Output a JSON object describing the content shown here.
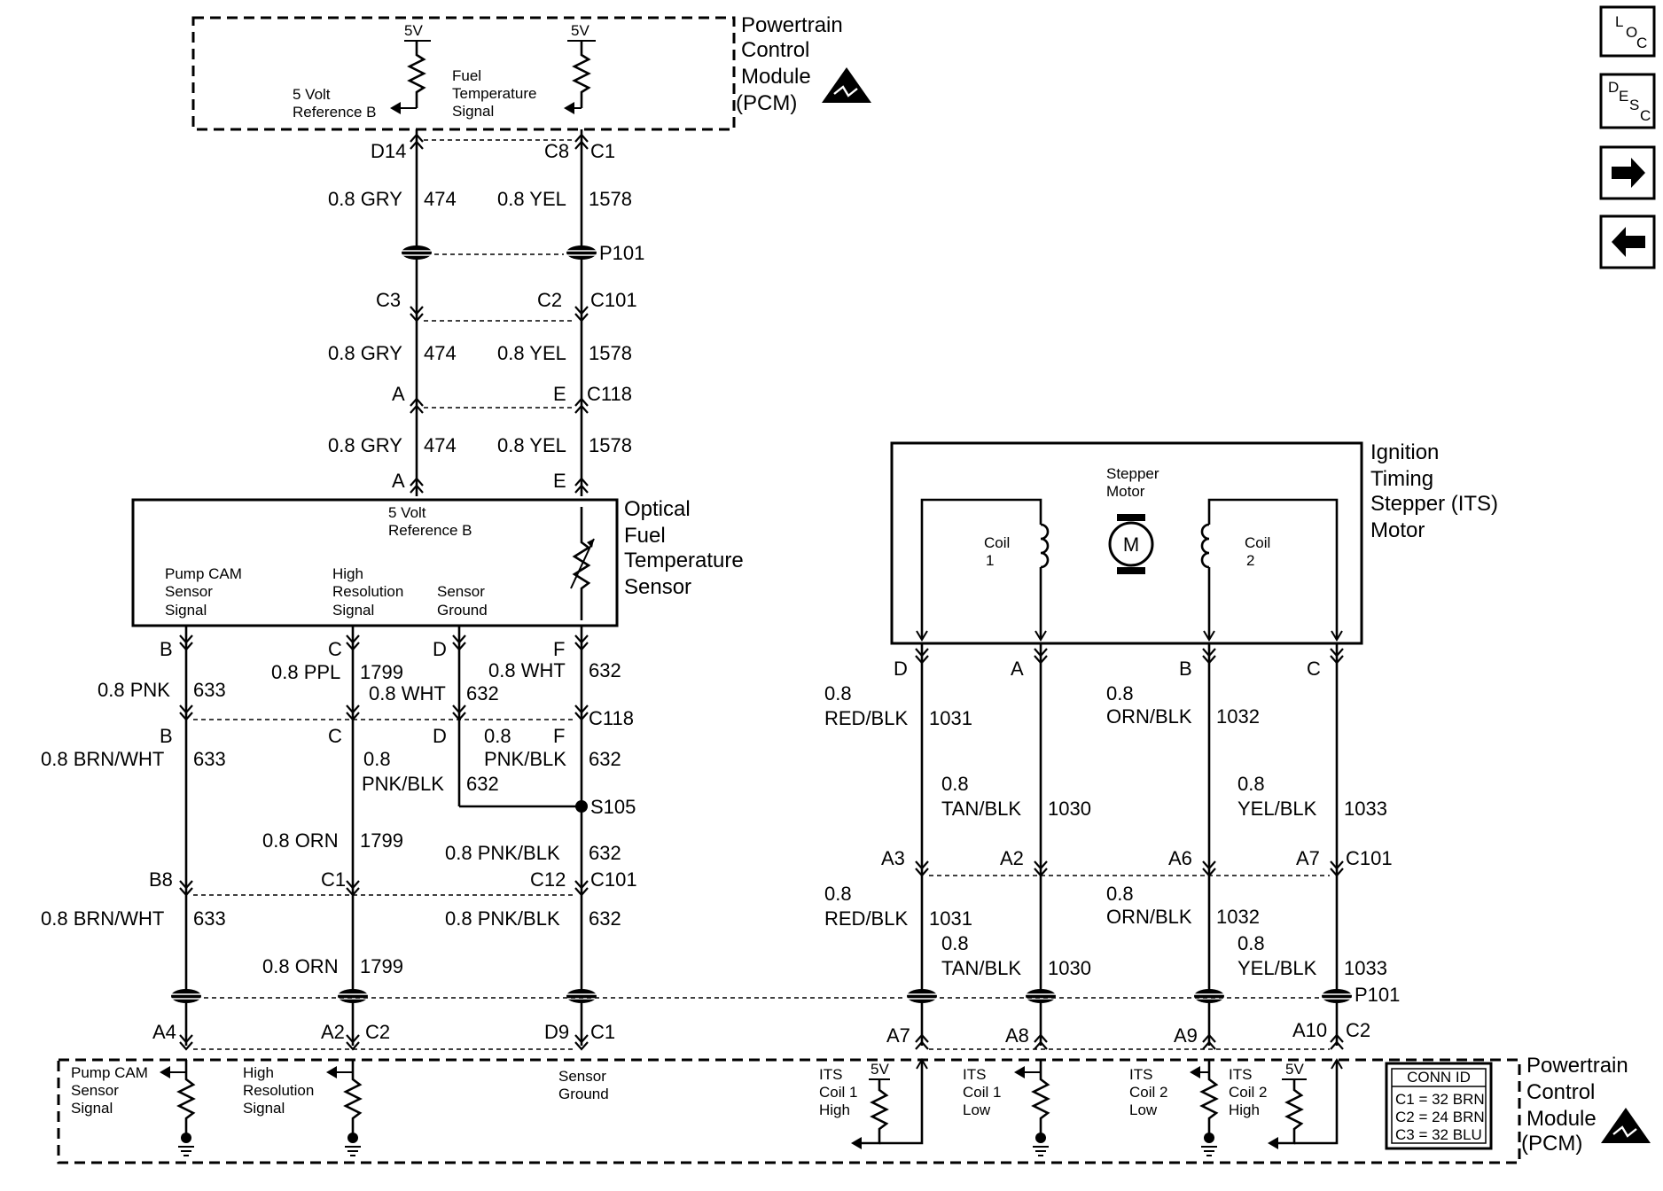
{
  "nav": {
    "loc": "L O C",
    "desc": "D E S C"
  },
  "pcm_top": {
    "title": [
      "Powertrain",
      "Control",
      "Module",
      "(PCM)"
    ],
    "v5a": "5V",
    "v5b": "5V",
    "ref_b": [
      "5 Volt",
      "Reference B"
    ],
    "fuel_temp": [
      "Fuel",
      "Temperature",
      "Signal"
    ]
  },
  "upper_conn": {
    "D14": "D14",
    "C8": "C8",
    "C1": "C1",
    "P101": "P101",
    "C3": "C3",
    "C2": "C2",
    "C101": "C101",
    "A": "A",
    "E": "E",
    "C118": "C118"
  },
  "upper_wires": {
    "gry": "0.8 GRY",
    "gry_ckt": "474",
    "yel": "0.8 YEL",
    "yel_ckt": "1578"
  },
  "optical": {
    "title": [
      "Optical",
      "Fuel",
      "Temperature",
      "Sensor"
    ],
    "ref_b": [
      "5 Volt",
      "Reference B"
    ],
    "pump_cam": [
      "Pump CAM",
      "Sensor",
      "Signal"
    ],
    "high_res": [
      "High",
      "Resolution",
      "Signal"
    ],
    "sensor_gnd": [
      "Sensor",
      "Ground"
    ]
  },
  "ofts_wires": {
    "pins": {
      "B": "B",
      "C": "C",
      "D": "D",
      "F": "F"
    },
    "pnk": "0.8 PNK",
    "pnk_ckt": "633",
    "ppl": "0.8 PPL",
    "ppl_ckt": "1799",
    "wht": "0.8 WHT",
    "wht_ckt": "632",
    "brn_wht": "0.8 BRN/WHT",
    "brn_ckt": "633",
    "pnkblk_a": "0.8",
    "pnkblk_b": "PNK/BLK",
    "pnkblk_ckt": "632",
    "orn": "0.8 ORN",
    "orn_ckt": "1799",
    "pnkblk_full": "0.8 PNK/BLK",
    "c118": "C118",
    "s105": "S105",
    "B8": "B8",
    "C1": "C1",
    "C12": "C12",
    "C101": "C101",
    "P101": "P101",
    "A4": "A4",
    "A2": "A2",
    "C2": "C2",
    "D9": "D9",
    "C1b": "C1"
  },
  "its": {
    "title": [
      "Ignition",
      "Timing",
      "Stepper (ITS)",
      "Motor"
    ],
    "stepper": [
      "Stepper",
      "Motor"
    ],
    "coil1": [
      "Coil",
      "1"
    ],
    "coil2": [
      "Coil",
      "2"
    ],
    "motor_symbol": "M",
    "pins": {
      "D": "D",
      "A": "A",
      "B": "B",
      "C": "C"
    },
    "w0_8": "0.8",
    "red_blk": "RED/BLK",
    "red_ckt": "1031",
    "orn_blk": "ORN/BLK",
    "orn_ckt": "1032",
    "tan_blk": "TAN/BLK",
    "tan_ckt": "1030",
    "yel_blk": "YEL/BLK",
    "yel_ckt": "1033",
    "A3": "A3",
    "A2": "A2",
    "A6": "A6",
    "A7": "A7",
    "C101": "C101",
    "A7b": "A7",
    "A8": "A8",
    "A9": "A9",
    "A10": "A10",
    "C2": "C2"
  },
  "pcm_bottom": {
    "title": [
      "Powertrain",
      "Control",
      "Module",
      "(PCM)"
    ],
    "pump_cam": [
      "Pump CAM",
      "Sensor",
      "Signal"
    ],
    "high_res": [
      "High",
      "Resolution",
      "Signal"
    ],
    "sensor_gnd": [
      "Sensor",
      "Ground"
    ],
    "its_c1_high": [
      "ITS",
      "Coil 1",
      "High"
    ],
    "its_c1_low": [
      "ITS",
      "Coil 1",
      "Low"
    ],
    "its_c2_low": [
      "ITS",
      "Coil 2",
      "Low"
    ],
    "its_c2_high": [
      "ITS",
      "Coil 2",
      "High"
    ],
    "v5a": "5V",
    "v5b": "5V"
  },
  "conn_id": {
    "title": "CONN ID",
    "c1": "C1 = 32 BRN",
    "c2": "C2 = 24 BRN",
    "c3": "C3 = 32 BLU"
  }
}
